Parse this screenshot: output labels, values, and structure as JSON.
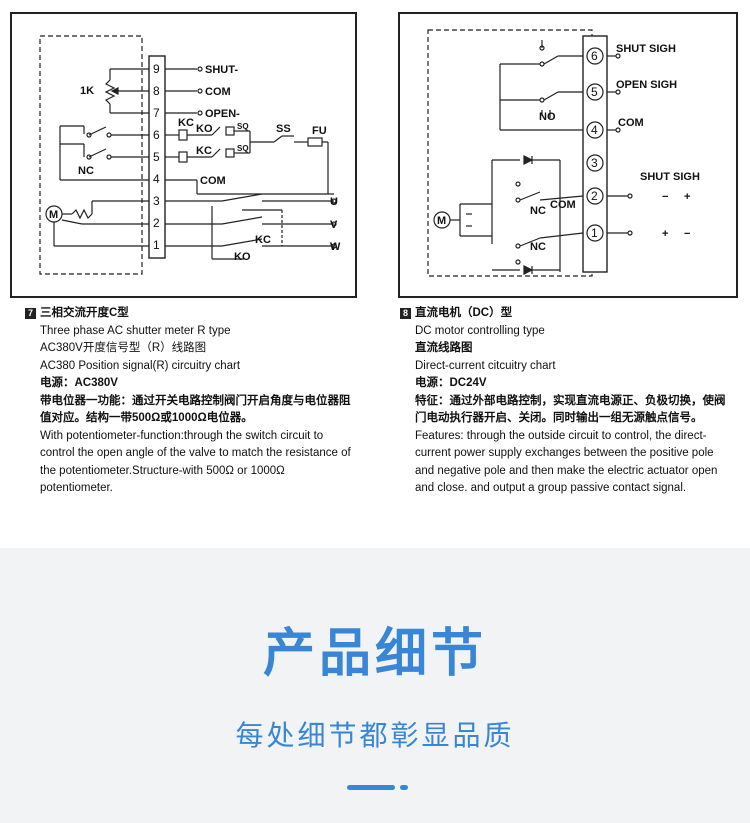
{
  "left_diagram": {
    "terminals": [
      "9",
      "8",
      "7",
      "6",
      "5",
      "4",
      "3",
      "2",
      "1"
    ],
    "term_labels": {
      "shut": "SHUT-",
      "com_top": "COM",
      "open": "OPEN-",
      "com_mid": "COM"
    },
    "labels": {
      "pot": "1K",
      "kc_a": "KC",
      "ko_a": "KO",
      "kc_b": "KC",
      "kc_c": "KC",
      "ko_b": "KO",
      "ss": "SS",
      "fu": "FU",
      "nc": "NC",
      "motor": "M",
      "sq_a": "SQ",
      "sq_b": "SQ",
      "kc_low": "KC",
      "ko_low": "KO"
    },
    "phase_labels": [
      "U",
      "V",
      "W"
    ]
  },
  "right_diagram": {
    "terminals": [
      "6",
      "5",
      "4",
      "3",
      "2",
      "1"
    ],
    "labels": {
      "shut_sigh_top": "SHUT SIGH",
      "open_sigh": "OPEN SIGH",
      "com": "COM",
      "no": "NO",
      "shut_sigh_out": "SHUT SIGH",
      "nc1": "NC",
      "nc2": "NC",
      "com_sw": "COM",
      "motor": "M"
    },
    "polarity_2": [
      "−",
      "+"
    ],
    "polarity_1": [
      "+",
      "−"
    ]
  },
  "left_text": {
    "badge": "7",
    "heading": "三相交流开度C型",
    "lines": [
      "Three phase AC shutter meter R type",
      "AC380V开度信号型（R）线路图",
      "AC380 Position signal(R) circuitry chart",
      "电源：AC380V",
      "带电位器一功能：通过开关电路控制阀门开启角度与电位器阻值对应。结构一带500Ω或1000Ω电位器。",
      "With potentiometer-function:through the switch circuit to control the open angle of the valve to match the resistance of the potentiometer.Structure-with 500Ω or 1000Ω potentiometer."
    ]
  },
  "right_text": {
    "badge": "8",
    "heading": "直流电机（DC）型",
    "lines": [
      "DC motor controlling type",
      "直流线路图",
      "Direct-current citcuitry chart",
      "电源：DC24V",
      "特征：通过外部电路控制，实现直流电源正、负极切换，使阀门电动执行器开启、关闭。同时输出一组无源触点信号。",
      "Features: through the outside circuit to control, the direct-current power supply exchanges between the positive pole and negative pole and then make the electric actuator open and close. and output a group passive contact signal."
    ]
  },
  "banner": {
    "title": "产品细节",
    "subtitle": "每处细节都彰显品质"
  },
  "colors": {
    "accent": "#3a86d6",
    "banner_bg": "#f2f3f5"
  }
}
